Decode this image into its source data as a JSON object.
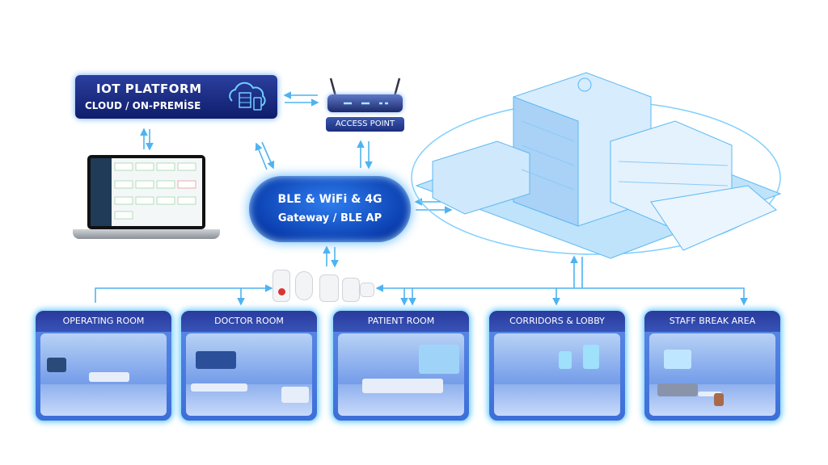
{
  "platform": {
    "title": "IOT PLATFORM",
    "subtitle": "CLOUD / ON-PREMİSE"
  },
  "access_point": {
    "label": "ACCESS POINT"
  },
  "gateway": {
    "line1": "BLE & WiFi & 4G",
    "line2": "Gateway / BLE AP"
  },
  "rooms": [
    {
      "label": "OPERATING ROOM"
    },
    {
      "label": "DOCTOR ROOM"
    },
    {
      "label": "PATIENT ROOM"
    },
    {
      "label": "CORRIDORS & LOBBY"
    },
    {
      "label": "STAFF BREAK AREA"
    }
  ],
  "colors": {
    "arrow": "#4fb3f0",
    "navy": "#1c2f7f",
    "glow": "#6ccaff"
  }
}
